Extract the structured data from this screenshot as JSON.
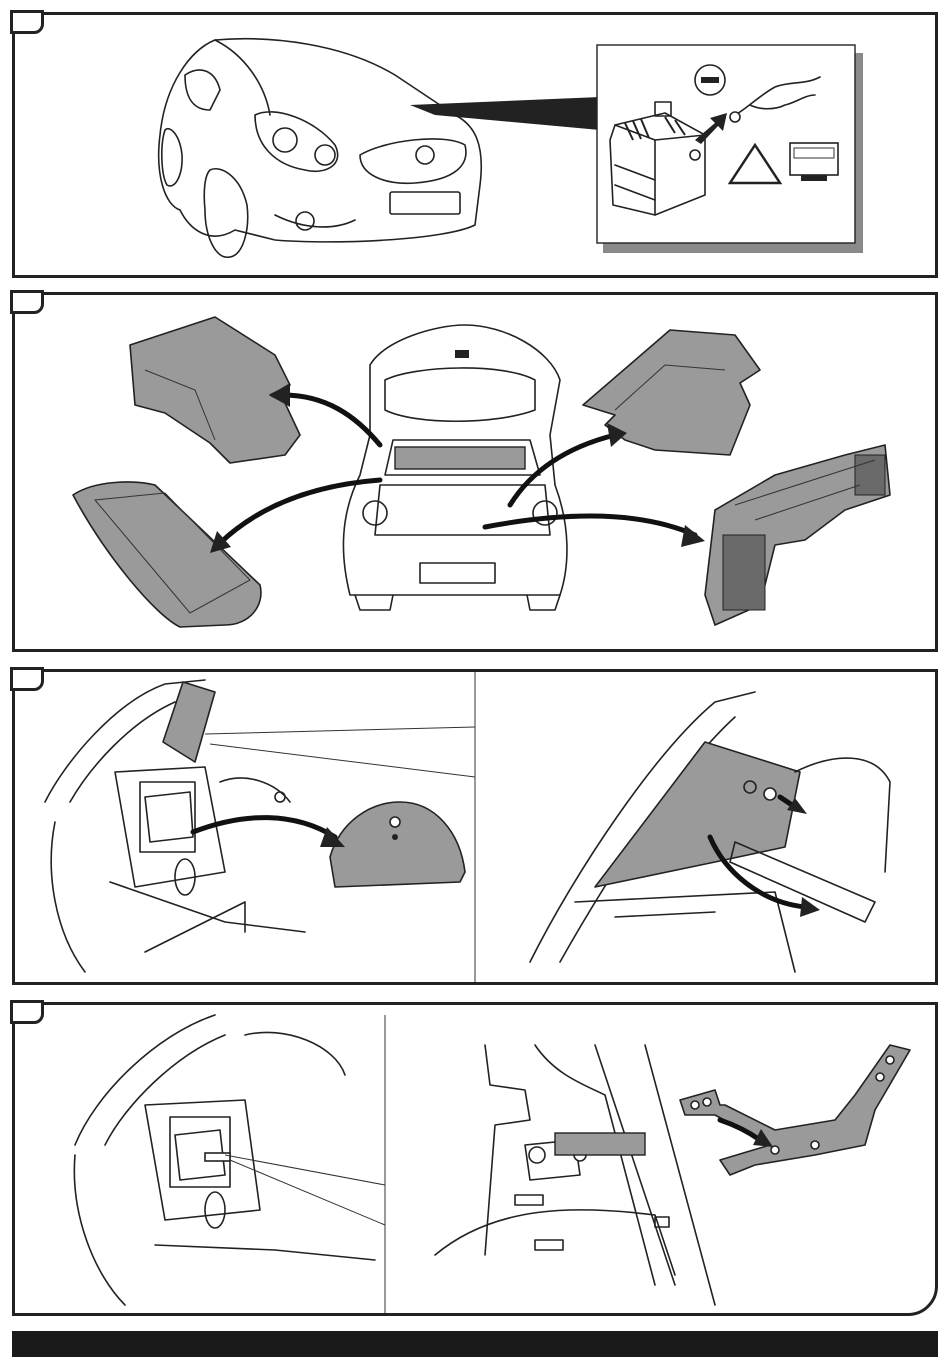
{
  "panels": [
    {
      "id": "step-1",
      "scene": "car-front-battery-disconnect",
      "icons": [
        "minus-sign-icon",
        "warning-triangle-icon",
        "radio-code-card-icon"
      ]
    },
    {
      "id": "step-2",
      "scene": "remove-trunk-trim"
    },
    {
      "id": "step-3",
      "scene": "remove-side-panels"
    },
    {
      "id": "step-4",
      "scene": "remove-bracket"
    }
  ],
  "colors": {
    "outline": "#222222",
    "panel_fill": "#9a9a9a",
    "footer": "#1a1a1a",
    "background": "#ffffff"
  }
}
